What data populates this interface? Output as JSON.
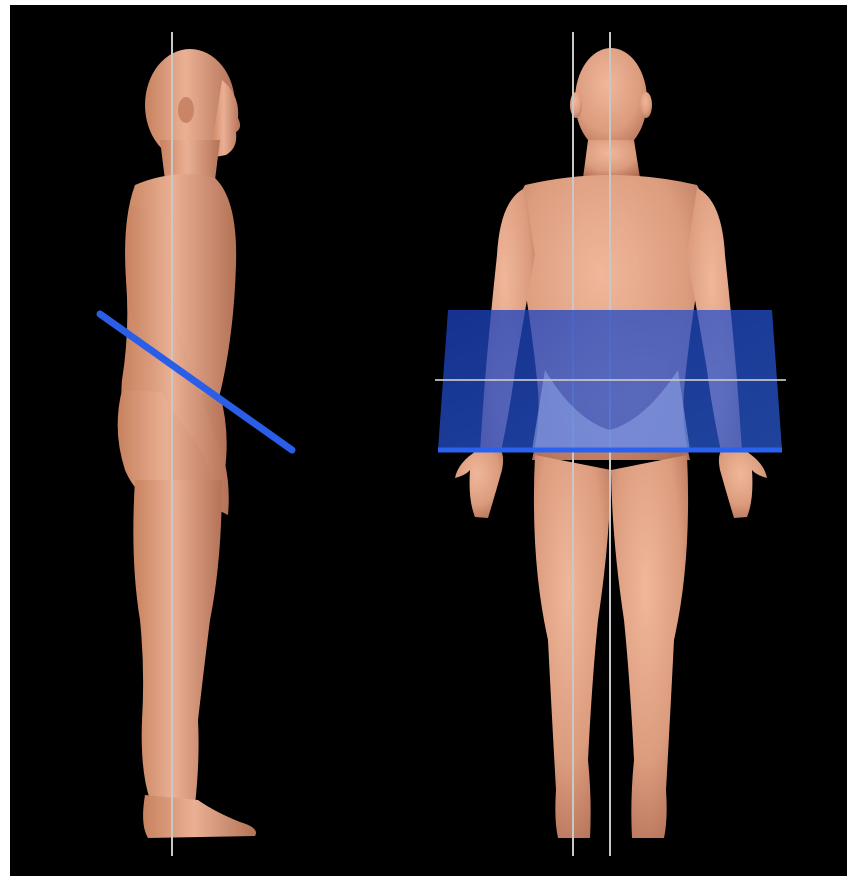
{
  "figure": {
    "background_color": "#000000",
    "border_color": "#ffffff",
    "skin_color": "#e3a487",
    "skin_shadow_color": "#b5735a",
    "guide_line_color": "#c8c8c8",
    "plane_color": "#1f4fd6",
    "views": [
      {
        "name": "lateral-view",
        "plane_orientation": "oblique"
      },
      {
        "name": "anterior-view",
        "plane_orientation": "oblique"
      }
    ]
  }
}
